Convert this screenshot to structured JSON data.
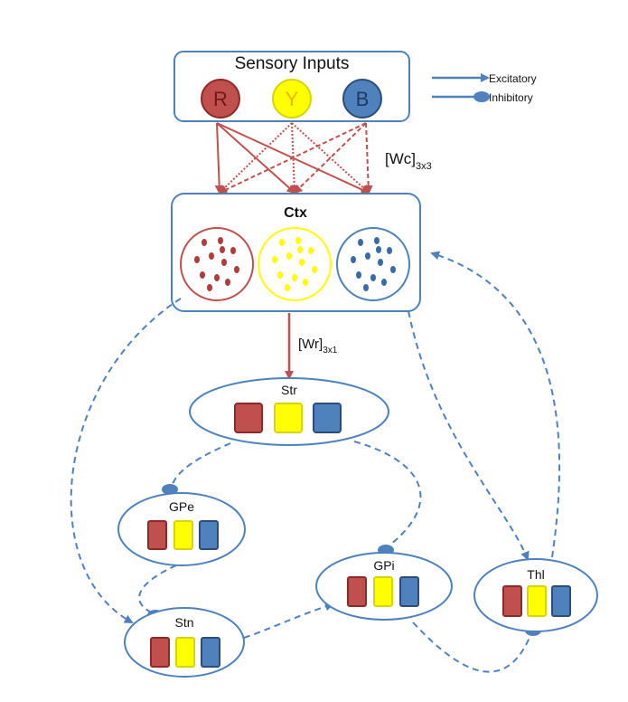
{
  "legend": {
    "excitatory": "Excitatory",
    "inhibitory": "Inhibitory"
  },
  "sensory": {
    "title": "Sensory Inputs",
    "inputs": [
      "R",
      "Y",
      "B"
    ]
  },
  "weights": {
    "wc": "[Wc]",
    "wc_sub": "3x3",
    "wr": "[Wr]",
    "wr_sub": "3x1"
  },
  "nodes": {
    "ctx": "Ctx",
    "str": "Str",
    "gpe": "GPe",
    "gpi": "GPi",
    "stn": "Stn",
    "thl": "Thl"
  },
  "colors": {
    "red": "#c0504d",
    "yellow": "#ffff00",
    "blue": "#4f81bd",
    "line_blue": "#4f81bd",
    "arrow_red": "#c0504d",
    "dark_red": "#8c2a28",
    "dark_blue": "#2c4d7a"
  }
}
